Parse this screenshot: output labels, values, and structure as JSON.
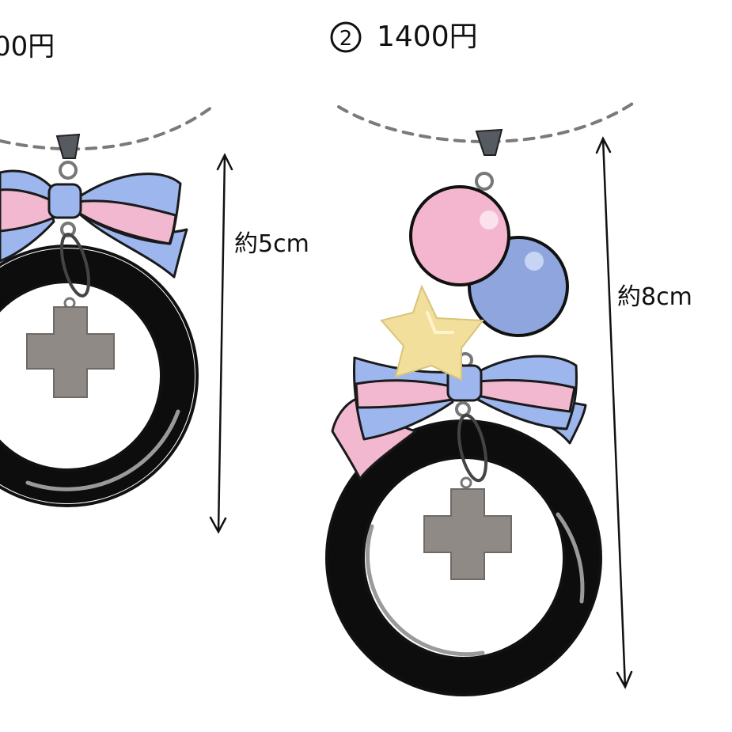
{
  "left_item": {
    "price_label": "00円",
    "size_label": "約5cm"
  },
  "right_item": {
    "number_mark": "2",
    "price_label": "1400円",
    "size_label": "約8cm"
  },
  "colors": {
    "ribbon_pink": "#f2b8cf",
    "ribbon_blue": "#9db6ee",
    "bead_pink": "#f4b6cf",
    "bead_blue": "#8ea6dd",
    "ring_black": "#0d0d0d",
    "ring_highlight": "#9a9a9a",
    "cross_gray": "#8f8a85",
    "star_yellow": "#f2df9c",
    "chain_gray": "#7a7a7a",
    "metal": "#555b60"
  },
  "icons": [
    "double-arrow-icon",
    "bow-icon",
    "cross-charm-icon",
    "star-charm-icon",
    "bead-icon",
    "ring-icon",
    "bail-icon"
  ]
}
